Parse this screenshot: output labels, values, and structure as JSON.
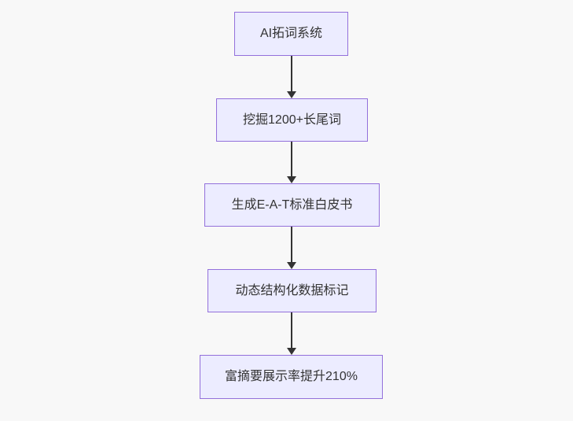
{
  "diagram": {
    "type": "flowchart-top-down",
    "nodes": [
      {
        "id": "A",
        "label": "AI拓词系统"
      },
      {
        "id": "B",
        "label": "挖掘1200+长尾词"
      },
      {
        "id": "C",
        "label": "生成E-A-T标准白皮书"
      },
      {
        "id": "D",
        "label": "动态结构化数据标记"
      },
      {
        "id": "E",
        "label": "富摘要展示率提升210%"
      }
    ],
    "edges": [
      {
        "from": "A",
        "to": "B"
      },
      {
        "from": "B",
        "to": "C"
      },
      {
        "from": "C",
        "to": "D"
      },
      {
        "from": "D",
        "to": "E"
      }
    ],
    "colors": {
      "node_fill": "#ececff",
      "node_border": "#9370db",
      "text": "#333333",
      "arrow": "#333333",
      "background": "#f8f8f8"
    }
  }
}
